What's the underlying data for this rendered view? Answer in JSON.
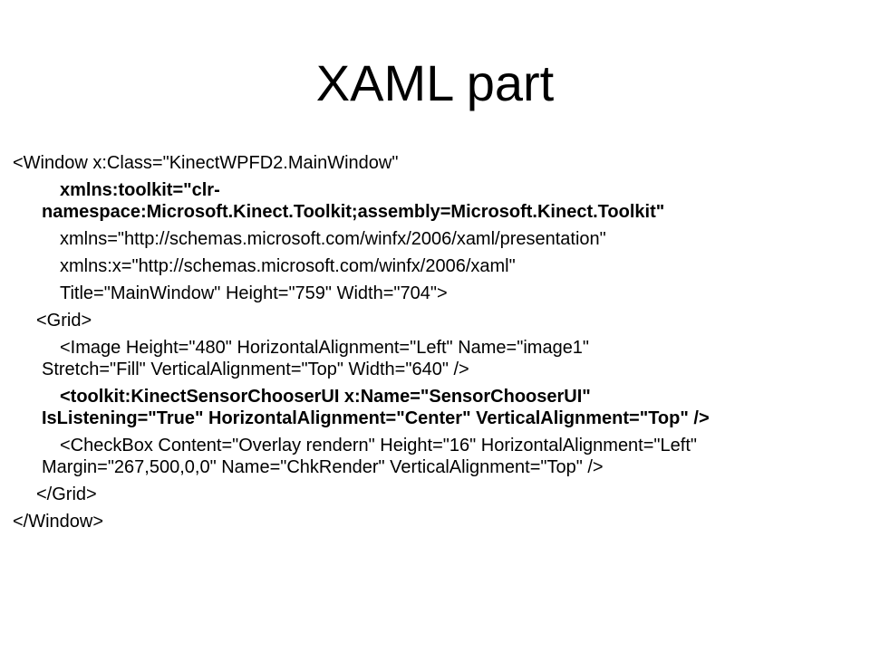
{
  "slide": {
    "title": "XAML part",
    "lines": [
      "<Window x:Class=\"KinectWPFD2.MainWindow\"",
      "xmlns:toolkit=\"clr-namespace:Microsoft.Kinect.Toolkit;assembly=Microsoft.Kinect.Toolkit\"",
      "xmlns=\"http://schemas.microsoft.com/winfx/2006/xaml/presentation\"",
      "xmlns:x=\"http://schemas.microsoft.com/winfx/2006/xaml\"",
      "Title=\"MainWindow\" Height=\"759\" Width=\"704\">",
      "<Grid>",
      "<Image Height=\"480\" HorizontalAlignment=\"Left\" Name=\"image1\" Stretch=\"Fill\" VerticalAlignment=\"Top\" Width=\"640\" />",
      "<toolkit:KinectSensorChooserUI x:Name=\"SensorChooserUI\" IsListening=\"True\"  HorizontalAlignment=\"Center\" VerticalAlignment=\"Top\" />",
      "<CheckBox Content=\"Overlay rendern\" Height=\"16\" HorizontalAlignment=\"Left\" Margin=\"267,500,0,0\" Name=\"ChkRender\" VerticalAlignment=\"Top\" />",
      "</Grid>",
      "</Window>"
    ]
  }
}
